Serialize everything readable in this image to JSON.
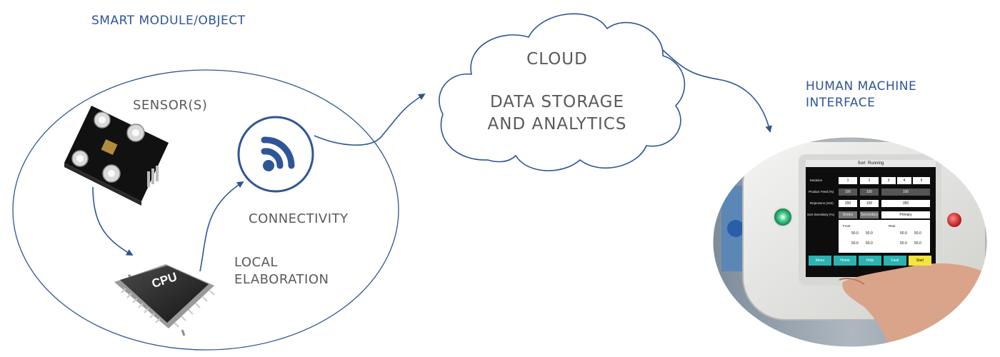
{
  "labels": {
    "smart_module": "SMART MODULE/OBJECT",
    "sensors": "SENSOR(S)",
    "connectivity": "CONNECTIVITY",
    "local_line1": "LOCAL",
    "local_line2": "ELABORATION",
    "cloud_title": "CLOUD",
    "cloud_line1": "DATA STORAGE",
    "cloud_line2": "AND ANALYTICS",
    "hmi_line1": "HUMAN MACHINE",
    "hmi_line2": "INTERFACE",
    "cpu_chip": "CPU"
  },
  "hmi_screen": {
    "title": "Sort",
    "status": "Running",
    "row_labels": [
      "Modules",
      "Product Feed (%)",
      "Rejections (mm)",
      "Sort Sensitivity (%)"
    ],
    "modules": [
      "1",
      "2",
      "3",
      "4",
      "5"
    ],
    "feed": [
      "100",
      "100",
      "100"
    ],
    "rejections": [
      "200",
      "100",
      "350"
    ],
    "tabs": [
      "Sortex",
      "Secondary",
      "Primary"
    ],
    "front_label": "Front",
    "rear_label": "Rear",
    "values": [
      "50.0",
      "50.0",
      "50.0",
      "50.0",
      "50.0",
      "50.0",
      "50.0",
      "50.0"
    ],
    "footer_buttons": [
      "Menu",
      "Home",
      "Help",
      "Fault",
      "Start"
    ]
  },
  "colors": {
    "line": "#2e5597",
    "label_blue": "#2e5597",
    "label_gray": "#5a5a5a",
    "hmi_teal": "#2bb3b1",
    "hmi_start": "#f3e53c"
  }
}
